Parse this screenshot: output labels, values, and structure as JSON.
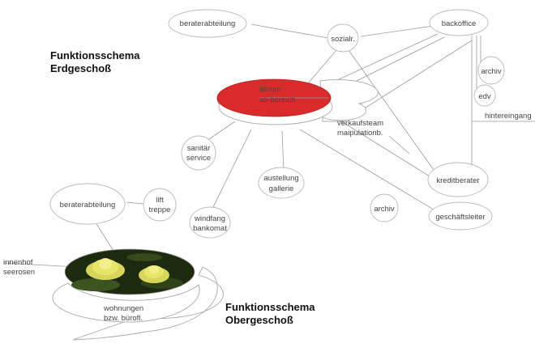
{
  "headings": {
    "ground_line1": "Funktionsschema",
    "ground_line2": "Erdgeschoß",
    "upper_line1": "Funktionsschema",
    "upper_line2": "Obergeschoß"
  },
  "nodes": {
    "beraterabteilung_eg": "beraterabteilung",
    "sozialr": "sozialr.",
    "backoffice": "backoffice",
    "archiv_top": "archiv",
    "edv": "edv",
    "hintereingang": "hintereingang",
    "atrium_line1": "atrium",
    "atrium_line2": "sb-bereich",
    "verkaufsteam_line1": "verkaufsteam",
    "verkaufsteam_line2": "maipulationb.",
    "sanitaer_line1": "sanitär",
    "sanitaer_line2": "service",
    "austellung_line1": "austellung",
    "austellung_line2": "gallerie",
    "kreditberater": "kreditberater",
    "archiv_bottom": "archiv",
    "geschaeftsleiter": "geschäftsleiter",
    "windfang_line1": "windfang",
    "windfang_line2": "bankomat",
    "beraterabteilung_og": "beraterabteilung",
    "lift_line1": "lift",
    "lift_line2": "treppe",
    "innenhof_line1": "innenhof",
    "innenhof_line2": "seerosen",
    "wohnungen_line1": "wohnungen",
    "wohnungen_line2": "bzw. bürofl."
  },
  "colors": {
    "atrium_fill": "#d92b2b",
    "pond_dark": "#1c2a10",
    "lily_yellow": "#e8e66a"
  }
}
